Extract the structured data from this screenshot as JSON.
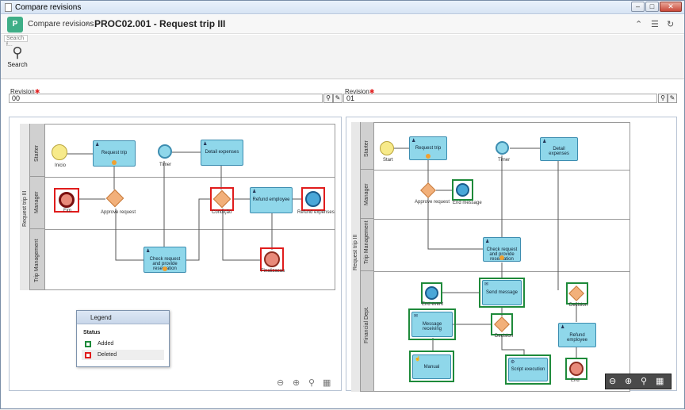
{
  "window": {
    "title": "Compare revisions"
  },
  "header": {
    "crumb_parent": "Compare revisions",
    "crumb_current": "PROC02.001 - Request trip III"
  },
  "toolbar": {
    "search_placeholder": "Search f...",
    "search_label": "Search"
  },
  "revision_left": {
    "label": "Revision",
    "value": "00"
  },
  "revision_right": {
    "label": "Revision",
    "value": "01"
  },
  "left_diagram": {
    "pool": "Request trip III",
    "lanes": [
      "Starter",
      "Manager",
      "Trip Management"
    ],
    "tasks": [
      "Request trip",
      "Detail expenses",
      "Refund employee",
      "Check request and provide reservation"
    ],
    "events": [
      "Inicio",
      "Timer",
      "Fim",
      "Refund expenses",
      "Finalizacao"
    ],
    "gateways": [
      "Approve request",
      "Condição"
    ]
  },
  "right_diagram": {
    "pool": "Request trip III",
    "lanes": [
      "Starter",
      "Manager",
      "Trip Management",
      "Financial Dept."
    ],
    "tasks": [
      "Request trip",
      "Detail expenses",
      "Check request and provide reservation",
      "Send message",
      "Message receiving",
      "Refund employee",
      "Manual",
      "Script execution"
    ],
    "events": [
      "Start",
      "Timer",
      "End",
      "End message",
      "End event"
    ],
    "gateways": [
      "Approve request",
      "Decision",
      "Decision"
    ]
  },
  "legend": {
    "title": "Legend",
    "status": "Status",
    "added": "Added",
    "deleted": "Deleted",
    "added_color": "#1e8a3a",
    "deleted_color": "#e01c1c"
  }
}
